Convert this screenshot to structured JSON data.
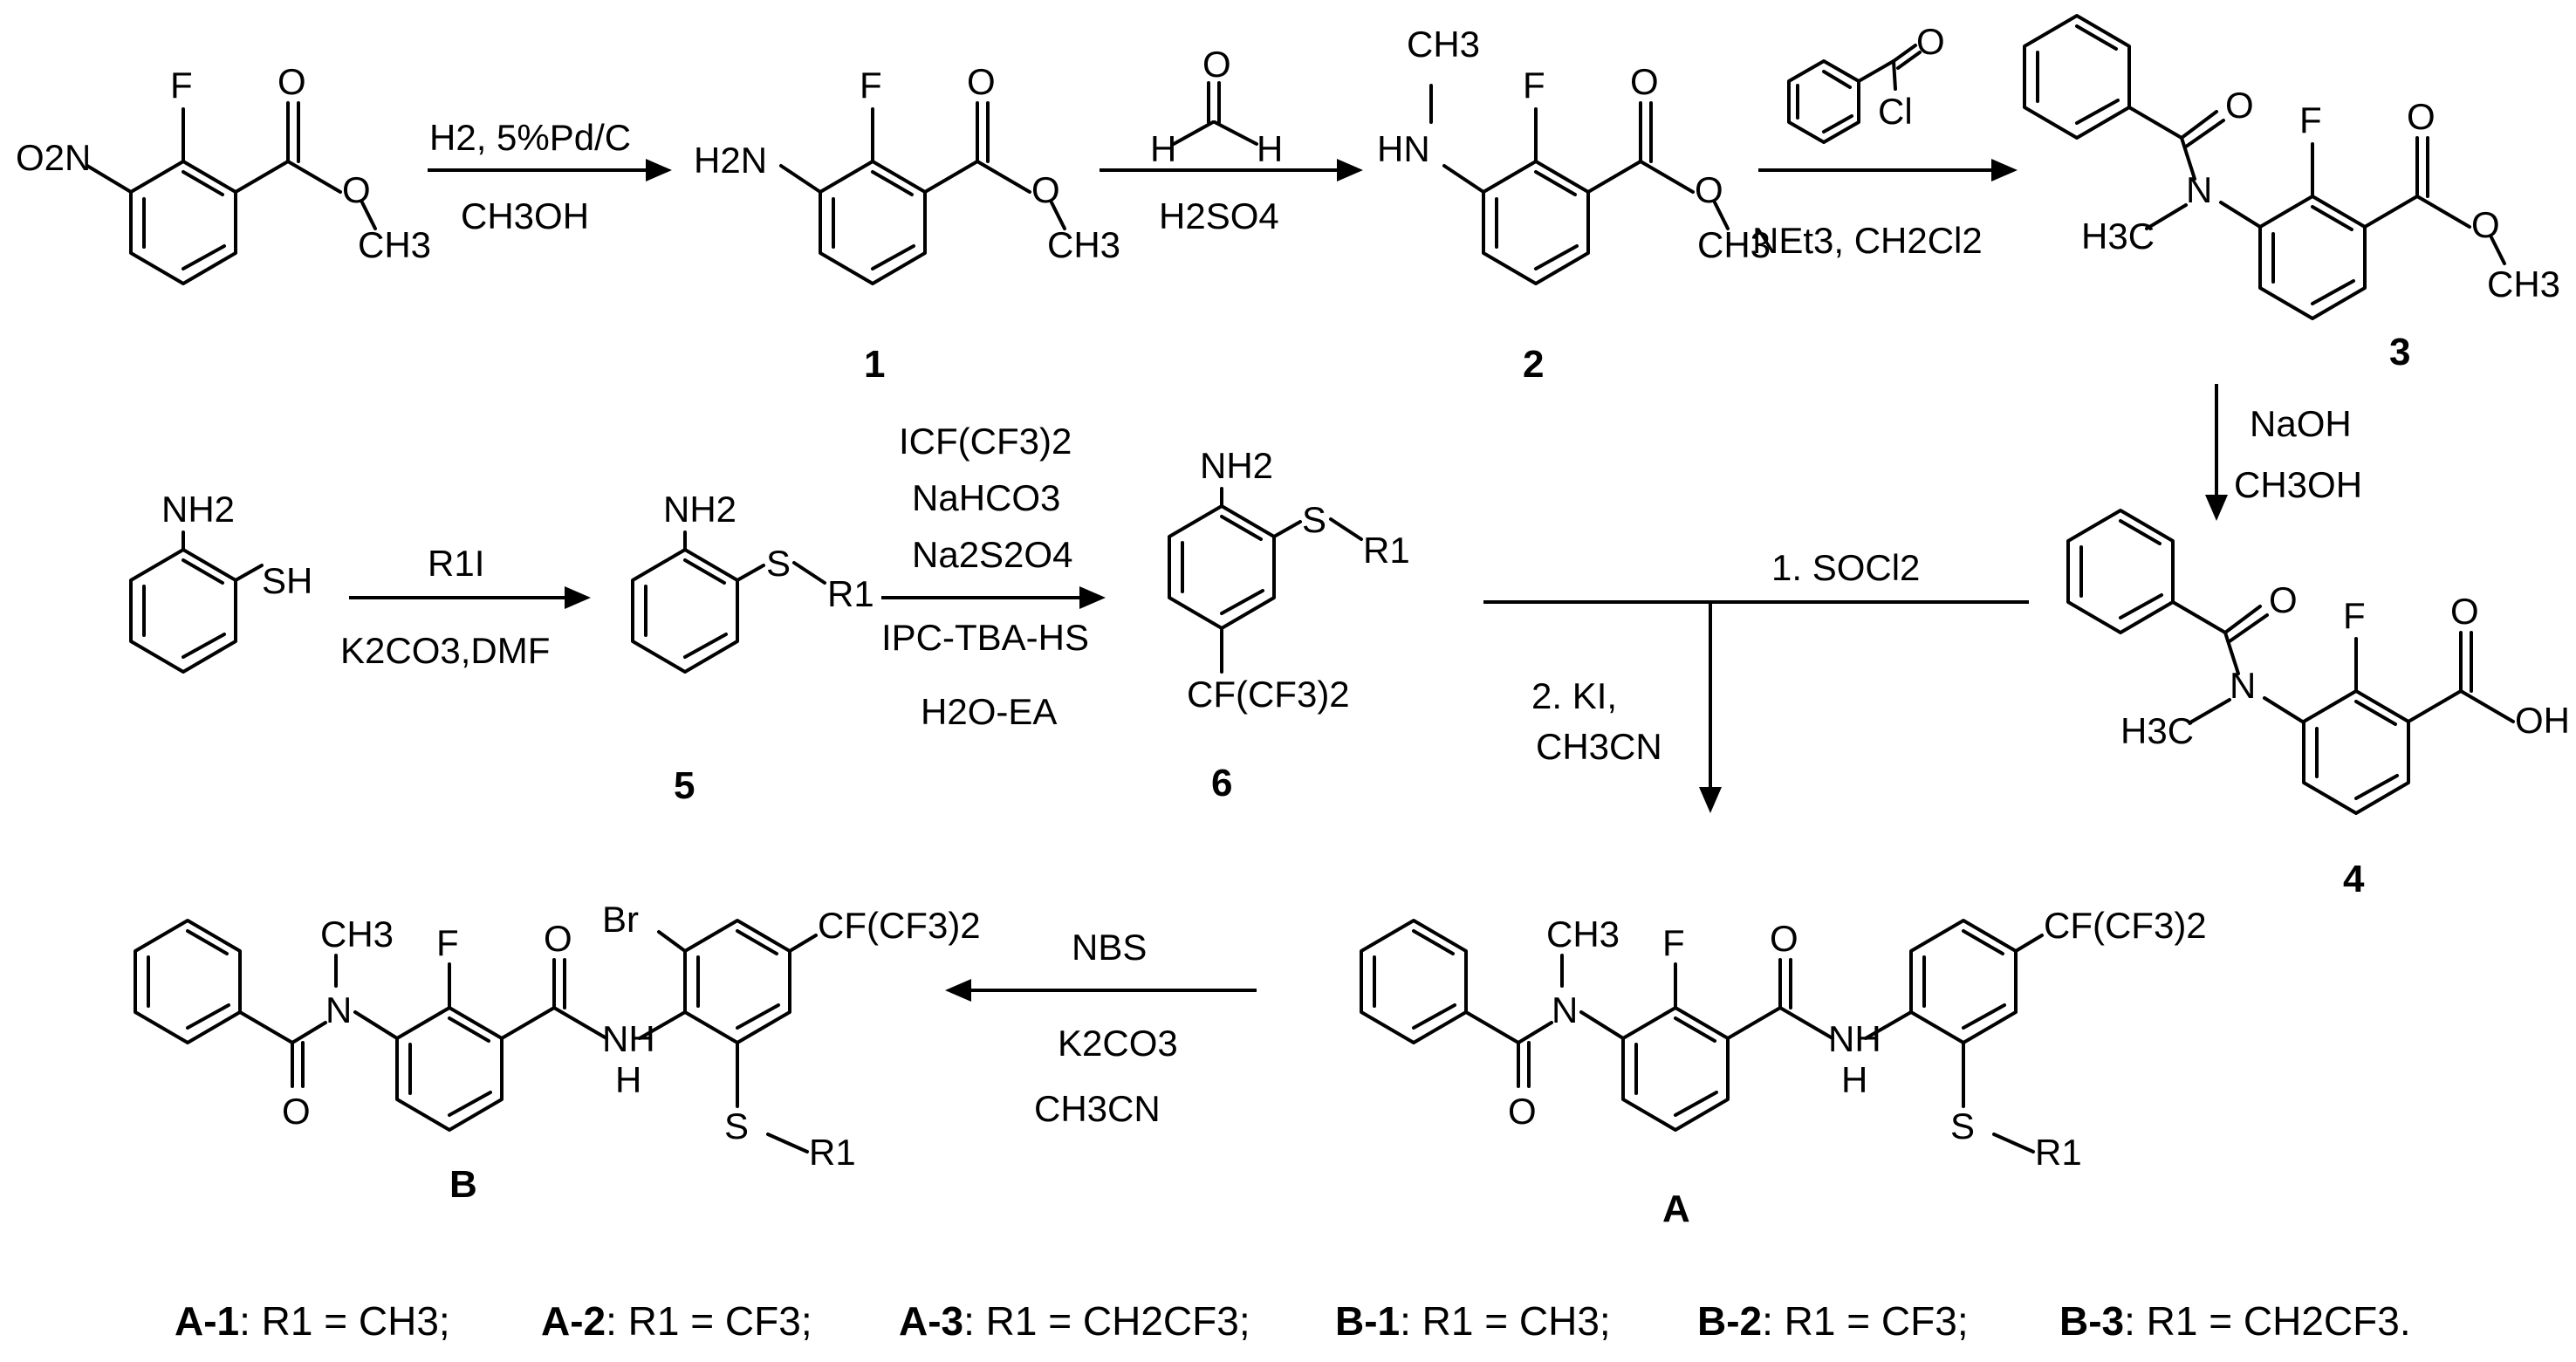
{
  "compounds": {
    "c1": "1",
    "c2": "2",
    "c3": "3",
    "c4": "4",
    "c5": "5",
    "c6": "6",
    "cA": "A",
    "cB": "B"
  },
  "atoms": {
    "F": "F",
    "O": "O",
    "NH": "NH",
    "N": "N",
    "H": "H",
    "HN": "HN",
    "Cl": "Cl",
    "S": "S",
    "SH": "SH",
    "Br": "Br",
    "OH": "OH",
    "CH3": "CH3",
    "H2N": "H2N",
    "NH2": "NH2",
    "O2N": "O2N",
    "H3C": "H3C",
    "R1": "R1",
    "CFCF32": "CF(CF3)2"
  },
  "reagents": {
    "r1_top": "H2, 5%Pd/C",
    "r1_bottom": "CH3OH",
    "r2_bottom": "H2SO4",
    "r3_bottom": "NEt3, CH2Cl2",
    "r4_a": "NaOH",
    "r4_b": "CH3OH",
    "r5_top": "R1I",
    "r5_bottom": "K2CO3,DMF",
    "r6_a": "ICF(CF3)2",
    "r6_b": "NaHCO3",
    "r6_c": "Na2S2O4",
    "r6_d": "IPC-TBA-HS",
    "r6_e": "H2O-EA",
    "r7_a": "1. SOCl2",
    "r7_b": "2. KI,",
    "r7_c": "CH3CN",
    "r8_a": "NBS",
    "r8_b": "K2CO3",
    "r8_c": "CH3CN"
  },
  "legend": [
    {
      "id": "A-1",
      "def": ": R1 = CH3;"
    },
    {
      "id": "A-2",
      "def": ": R1 = CF3;"
    },
    {
      "id": "A-3",
      "def": ": R1 = CH2CF3;"
    },
    {
      "id": "B-1",
      "def": ": R1 = CH3;"
    },
    {
      "id": "B-2",
      "def": ": R1 = CF3;"
    },
    {
      "id": "B-3",
      "def": ": R1 = CH2CF3."
    }
  ]
}
